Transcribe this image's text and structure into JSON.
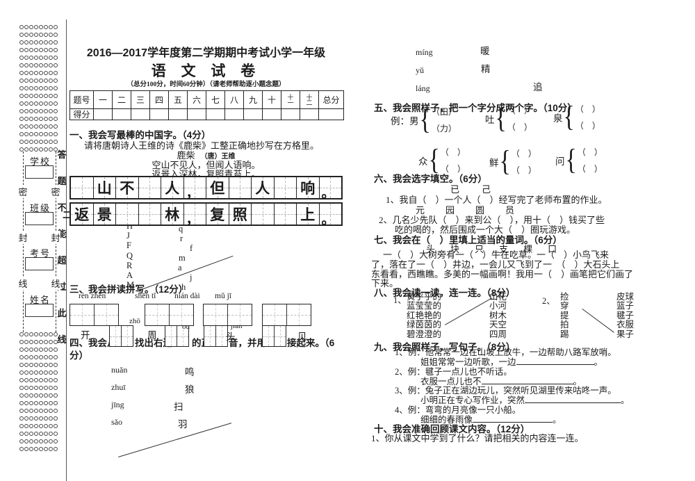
{
  "header": {
    "school_year_title": "2016—2017学年度第二学期期中考试小学一年级",
    "subject_title": "语 文 试 卷",
    "exam_note": "（总分100分，时间60分钟）（请老师帮助逐小题念题）",
    "score_table": {
      "header_label": "题号",
      "columns": [
        "一",
        "二",
        "三",
        "四",
        "五",
        "六",
        "七",
        "八",
        "九",
        "十",
        "十一",
        "十二"
      ],
      "total_label": "总分",
      "score_label": "得分"
    }
  },
  "sidebar": {
    "field_labels": [
      "学校",
      "班级",
      "考号",
      "姓名"
    ],
    "seal_chars": [
      "密",
      "封",
      "线"
    ],
    "vertical_note": "答题不能超过此线",
    "circles": {
      "top_rows": 17,
      "bottom_rows": 16,
      "per_row": 8
    }
  },
  "q1": {
    "title": "一、我会写最棒的中国字。（4分）",
    "instruction": "请将唐朝诗人王维的诗《鹿柴》工整正确地抄写在方格里。",
    "poem_title": "鹿柴",
    "poem_author": "（唐）王维",
    "poem_line1": "空山不见人，但闻人语响。",
    "poem_line2": "返景入深林，复照青苔上。",
    "grid_rows": [
      [
        "",
        "山",
        "不",
        "",
        "人",
        "，",
        "但",
        "",
        "人",
        "",
        "响",
        "。"
      ],
      [
        "返",
        "景",
        "",
        "",
        "林",
        "，",
        "复",
        "照",
        "",
        "",
        "上",
        "。"
      ]
    ]
  },
  "q2": {
    "partial_label": "二",
    "uppercase": [
      "H",
      "J",
      "F",
      "Q",
      "R",
      "A",
      "M"
    ],
    "lowercase": [
      "q",
      "r",
      "f",
      "m",
      "a",
      "j",
      "h"
    ]
  },
  "q3": {
    "title": "三、我会拼读拼写。（12分）",
    "pinyin_groups": [
      "rèn zhēn",
      "shēn tǐ",
      "nián dài",
      "mǔ jī"
    ],
    "pinyin_fragments": [
      "zhō",
      "ou",
      "jiàn"
    ]
  },
  "q4": {
    "text_segments": [
      "四、我会从",
      "找出右边",
      "的正",
      "音，并用",
      "接起来。（6"
    ],
    "wrap_segment": "分）",
    "chars_above": [
      "开",
      "周",
      "头",
      "见"
    ],
    "match_left": {
      "pinyin": [
        "nuǎn",
        "zhuī",
        "jīng",
        "sǎo"
      ],
      "chars": [
        "鸣",
        "狼",
        "扫",
        "羽"
      ]
    },
    "match_right": {
      "pinyin": [
        "míng",
        "yǔ",
        "láng"
      ],
      "chars": [
        "暖",
        "精",
        "追"
      ]
    }
  },
  "q5": {
    "title": "五、我会照样子，把一个字分成两个字。（10分）",
    "groups": [
      {
        "prefix": "例：",
        "char": "男",
        "top": "（田）",
        "bottom": "（力）"
      },
      {
        "char": "吐",
        "top": "（　）",
        "bottom": "（　）"
      },
      {
        "char": "泉",
        "top": "（　）",
        "bottom": "（　）"
      },
      {
        "char": "众",
        "top": "（　）",
        "bottom": "（　）"
      },
      {
        "char": "鲜",
        "top": "（　）",
        "bottom": "（　）"
      },
      {
        "char": "问",
        "top": "（　）",
        "bottom": "（　）"
      }
    ]
  },
  "q6": {
    "title": "六、我会选字填空。（6分）",
    "choices1": [
      "已",
      "己"
    ],
    "line1": "1、我自（　）一个人（　）经写完了老师布置的作业。",
    "choices2": [
      "元",
      "园",
      "圆",
      "员"
    ],
    "line2": "2、几名少先队（　）来到公（　），用十（　）钱买了些",
    "line3": "吃的喝的，然后围成一个大（　）圈玩游戏。"
  },
  "q7": {
    "title": "七、我会在（　）里填上适当的量词。（6分）",
    "choices": [
      "头",
      "块",
      "只",
      "支",
      "棵",
      "口"
    ],
    "lines": [
      "一（　）大树旁有一（　）牛在吃草。一（　）小鸟飞来",
      "了，落在了一（　）井边，一会儿又飞到了一　（　）大石头上",
      "东看看，西瞧瞧。多美的一幅画啊！我用一（　）画笔把它们画了",
      "下来。"
    ]
  },
  "q8": {
    "title": "八、我会读一读，连一连。（8分）",
    "group1_label": "1、",
    "group1_left": [
      "黄乎乎的",
      "蓝莹莹的",
      "红艳艳的",
      "绿茵茵的",
      "碧澄澄的"
    ],
    "group1_right": [
      "山花",
      "小河",
      "树木",
      "天空",
      "四周"
    ],
    "group2_label": "2、",
    "group2_left": [
      "捡",
      "穿",
      "提",
      "拍",
      "踢"
    ],
    "group2_right": [
      "皮球",
      "篮子",
      "毽子",
      "衣服",
      "果子"
    ]
  },
  "q9": {
    "title": "九、我会照样子，写句子。（8分）",
    "items": [
      {
        "example": "1、例：他常常一边在山坡上放牛，一边帮助八路军放哨。",
        "answer_prefix": "姐姐常常一边听歌，一边",
        "suffix": "。"
      },
      {
        "example": "2、例：毽子一点儿也不听话。",
        "answer_prefix": "衣服一点儿也不",
        "suffix": "。"
      },
      {
        "example": "3、例：兔子正在湖边玩儿，突然听见湖里传来咕咚一声。",
        "answer_prefix": "小明正在专心写作业，突然",
        "suffix": "。"
      },
      {
        "example": "4、例：弯弯的月亮像一只小船。",
        "answer_prefix": "细细的春雨像",
        "suffix": "。"
      }
    ]
  },
  "q10": {
    "title": "十、我会准确回顾课文内容。（12分）",
    "line1": "1、你从课文中学到了什么？请把相关的内容连一连。"
  }
}
